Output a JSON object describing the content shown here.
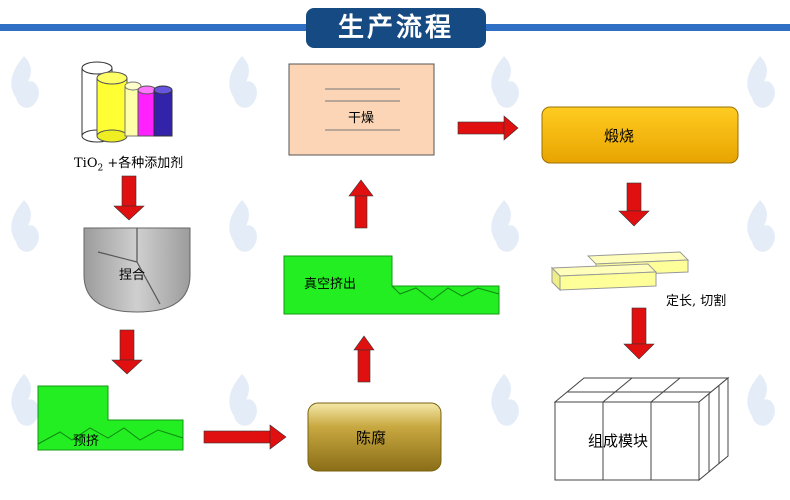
{
  "header": {
    "title": "生产流程"
  },
  "steps": {
    "raw": {
      "formula_main": "TiO",
      "formula_sub": "2",
      "additives": "+各种添加剂"
    },
    "mixing": "捏合",
    "preextrude": "预挤",
    "aging": "陈腐",
    "vacuum_extrude": "真空挤出",
    "drying": "干燥",
    "calcining": "煅烧",
    "cutting": "定长, 切割",
    "assembly": "组成模块"
  },
  "colors": {
    "title_badge": "#164a82",
    "title_bar": "#2f6fc4",
    "arrow": "#e01010",
    "extrude_green": "#22ee22",
    "drying_fill": "#fbd5b5",
    "calcining_fill": "#f5b800",
    "mixing_fill": "#b8b8b8",
    "cut_pieces": "#ffff99"
  },
  "icons": {
    "watermark": "flame-logo-watermark"
  }
}
